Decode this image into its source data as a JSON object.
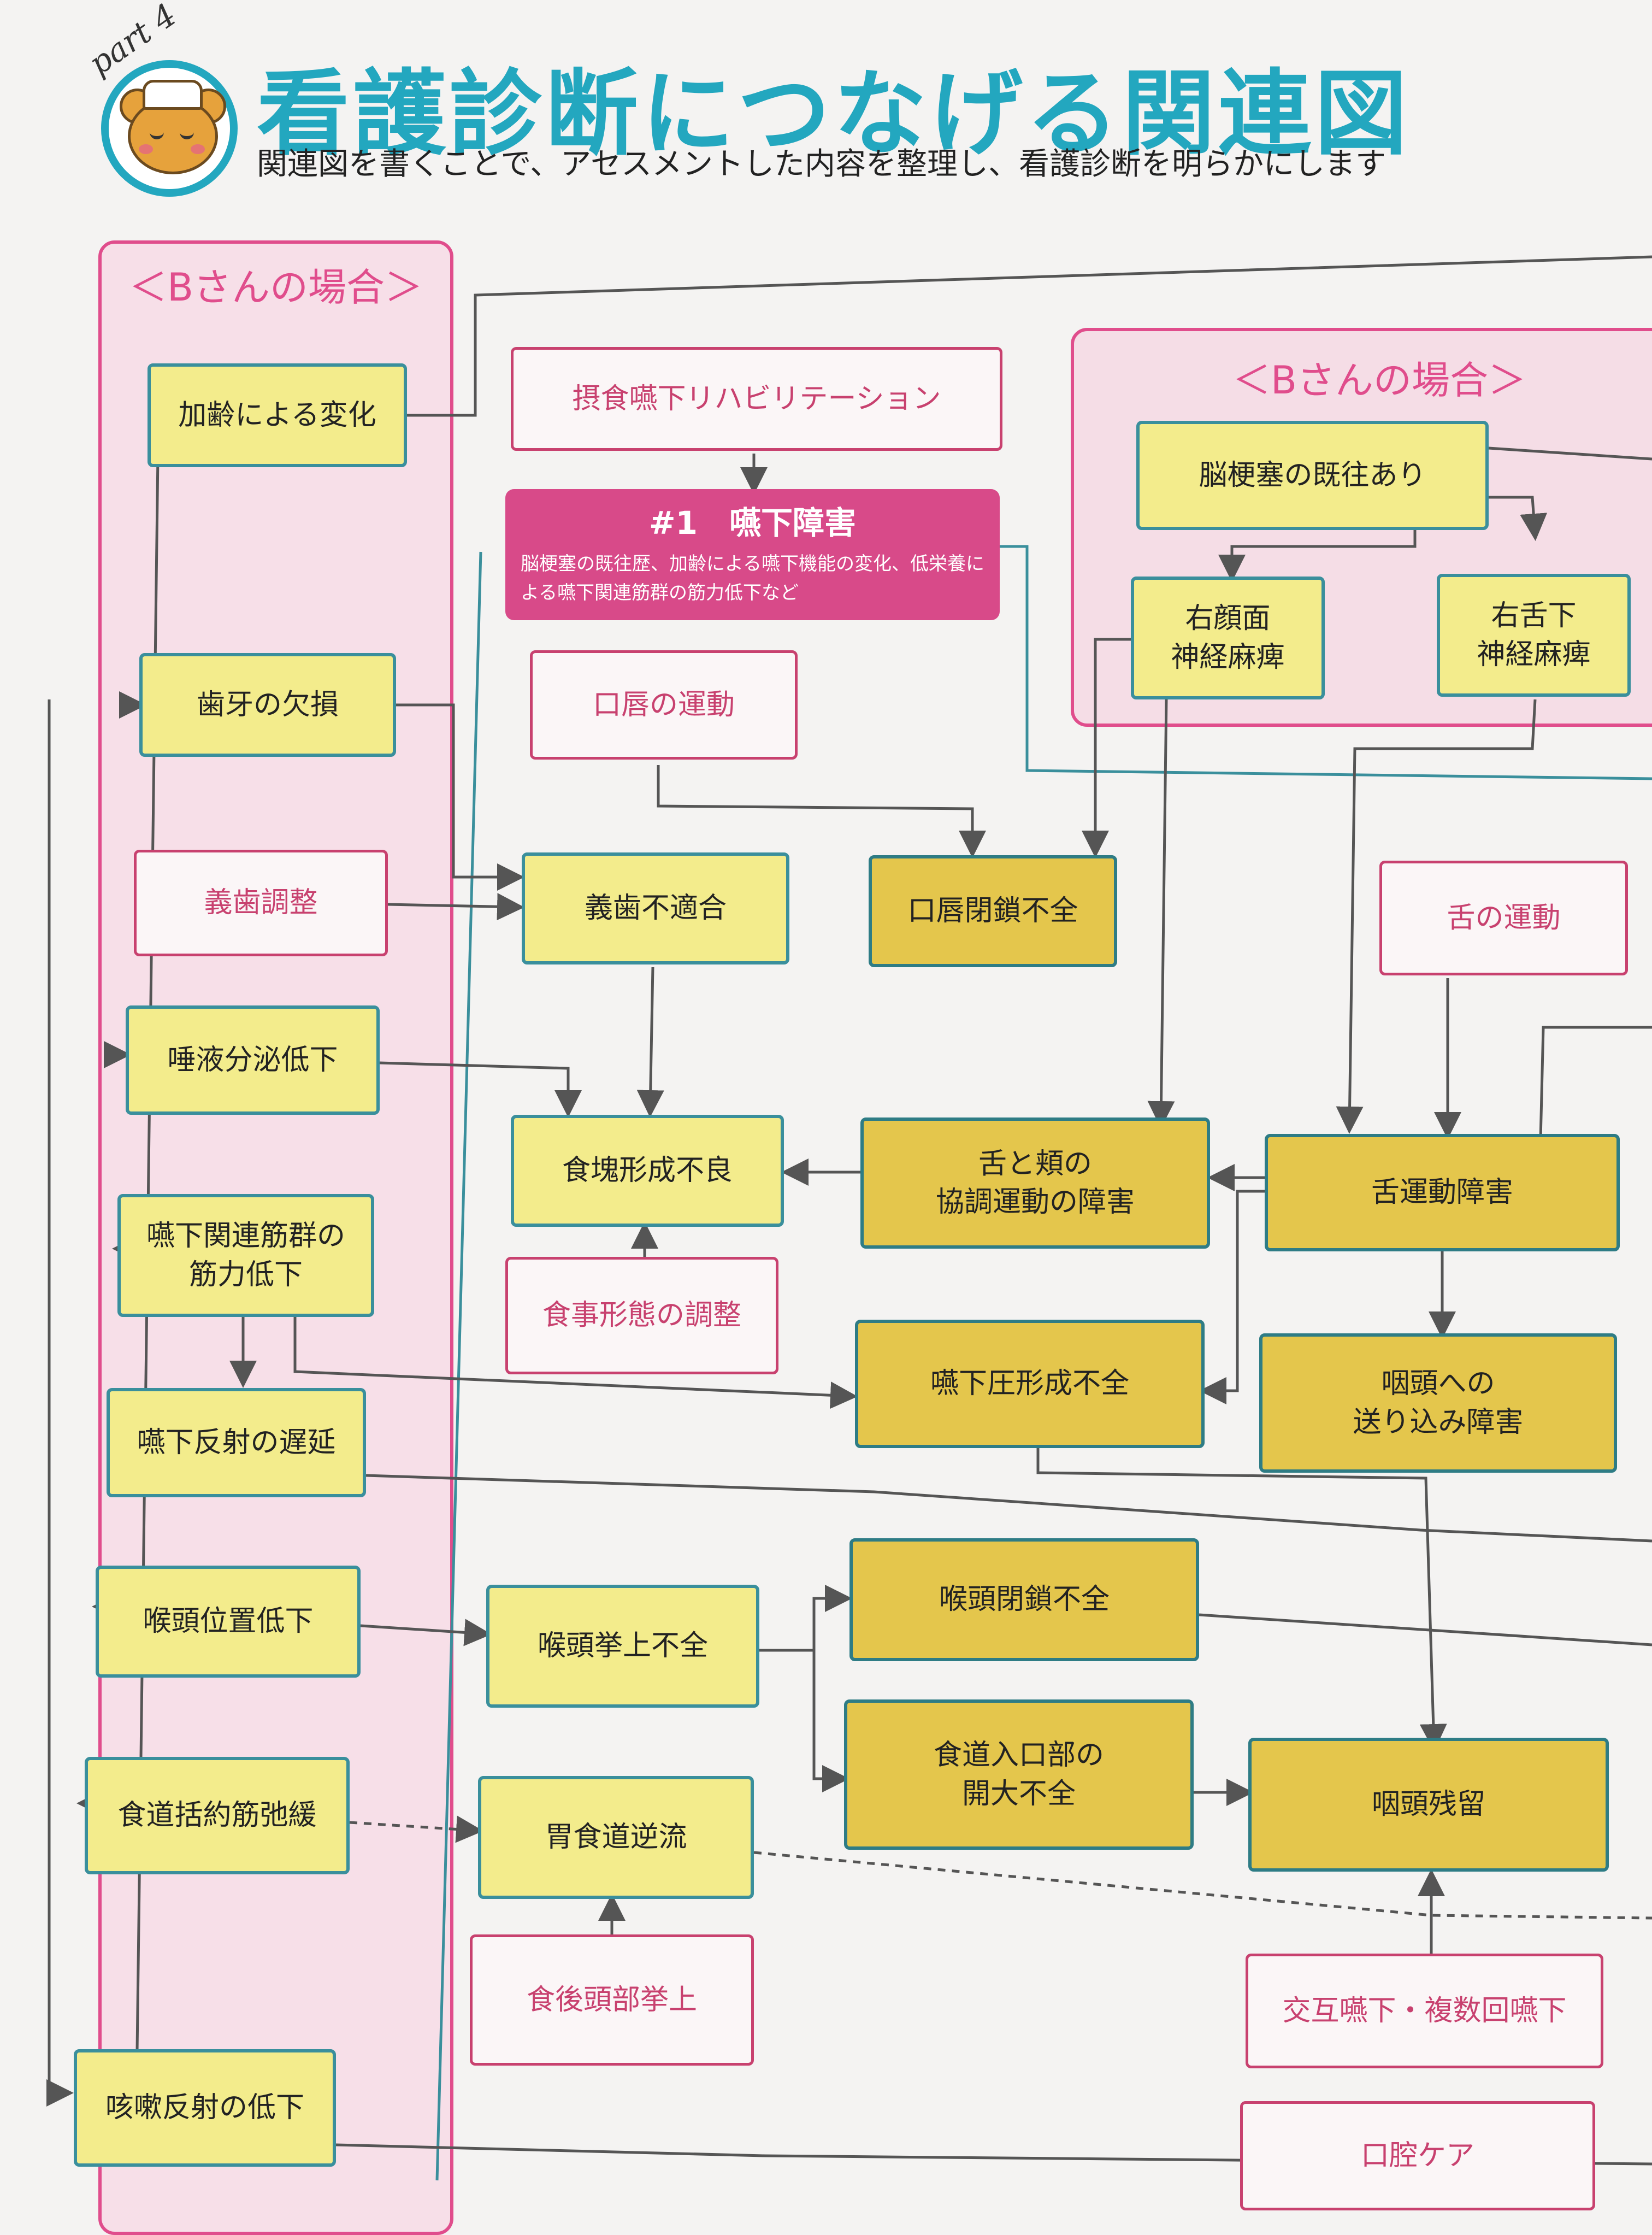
{
  "header": {
    "part_label": "part 4",
    "title": "看護診断につなげる関連図",
    "subtitle": "関連図を書くことで、アセスメントした内容を整理し、看護診断を明らかにします"
  },
  "colors": {
    "teal": "#23a7bf",
    "pink": "#e04d8c",
    "light_yellow": "#f3ec8c",
    "dark_yellow": "#e4c64c",
    "box_border": "#3a8f9c",
    "wire": "#555555"
  },
  "groups": {
    "left_title": "＜Bさんの場合＞",
    "right_title": "＜Bさんの場合＞"
  },
  "left_factors": [
    "加齢による変化",
    "歯牙の欠損",
    "唾液分泌低下",
    "嚥下関連筋群の\n筋力低下",
    "嚥下反射の遅延",
    "喉頭位置低下",
    "食道括約筋弛緩",
    "咳嗽反射の低下"
  ],
  "interventions": {
    "denture_adjust": "義歯調整",
    "rehab": "摂食嚥下リハビリテーション",
    "lip_exercise": "口唇の運動",
    "tongue_exercise": "舌の運動",
    "diet_form": "食事形態の調整",
    "post_meal_head": "食後頭部挙上",
    "alt_swallow": "交互嚥下・複数回嚥下",
    "oral_care": "口腔ケア"
  },
  "diagnosis": {
    "title": "#1　嚥下障害",
    "desc": "脳梗塞の既往歴、加齢による嚥下機能の変化、低栄養による嚥下関連筋群の筋力低下など"
  },
  "right_group": {
    "history": "脳梗塞の既往あり",
    "facial_palsy": "右顔面\n神経麻痺",
    "hypoglossal_palsy": "右舌下\n神経麻痺"
  },
  "problems": {
    "denture_misfit": "義歯不適合",
    "lip_closure": "口唇閉鎖不全",
    "bolus_formation": "食塊形成不良",
    "tongue_cheek": "舌と頬の\n協調運動の障害",
    "tongue_motor": "舌運動障害",
    "pressure_formation": "嚥下圧形成不全",
    "pharynx_transport": "咽頭への\n送り込み障害",
    "larynx_closure": "喉頭閉鎖不全",
    "larynx_elevation": "喉頭挙上不全",
    "esophagus_opening": "食道入口部の\n開大不全",
    "pharynx_residue": "咽頭残留",
    "reflux": "胃食道逆流"
  }
}
